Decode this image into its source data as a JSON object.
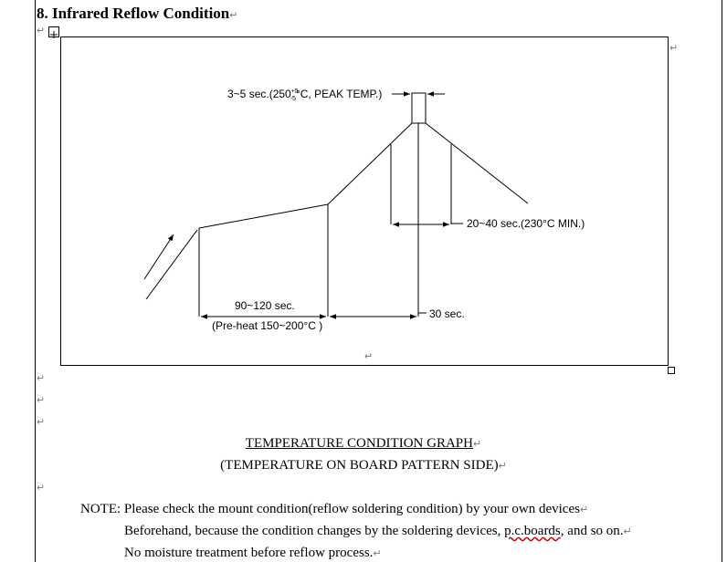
{
  "heading": {
    "text": "8. Infrared Reflow Condition"
  },
  "paragraph_mark": "↵",
  "diagram": {
    "labels": {
      "peak": "3~5 sec.(250",
      "peak_tol_plus": "+5",
      "peak_tol_minus": "-5",
      "peak_suffix": "°C, PEAK TEMP.)",
      "reflow_time": "20~40 sec.(230°C MIN.)",
      "preheat_time": "90~120 sec.",
      "preheat_temp": "(Pre-heat 150~200°C )",
      "cool_time": "30 sec."
    }
  },
  "caption": {
    "title": "TEMPERATURE CONDITION GRAPH",
    "subtitle": "(TEMPERATURE ON BOARD PATTERN SIDE)"
  },
  "note": {
    "line1": "NOTE: Please check the mount condition(reflow soldering condition) by your own devices",
    "line2_before": "Beforehand, because the condition changes by the soldering devices, ",
    "line2_squiggle": "p.c.boards",
    "line2_after": ", and so on.",
    "line3": "No moisture treatment before reflow process."
  }
}
